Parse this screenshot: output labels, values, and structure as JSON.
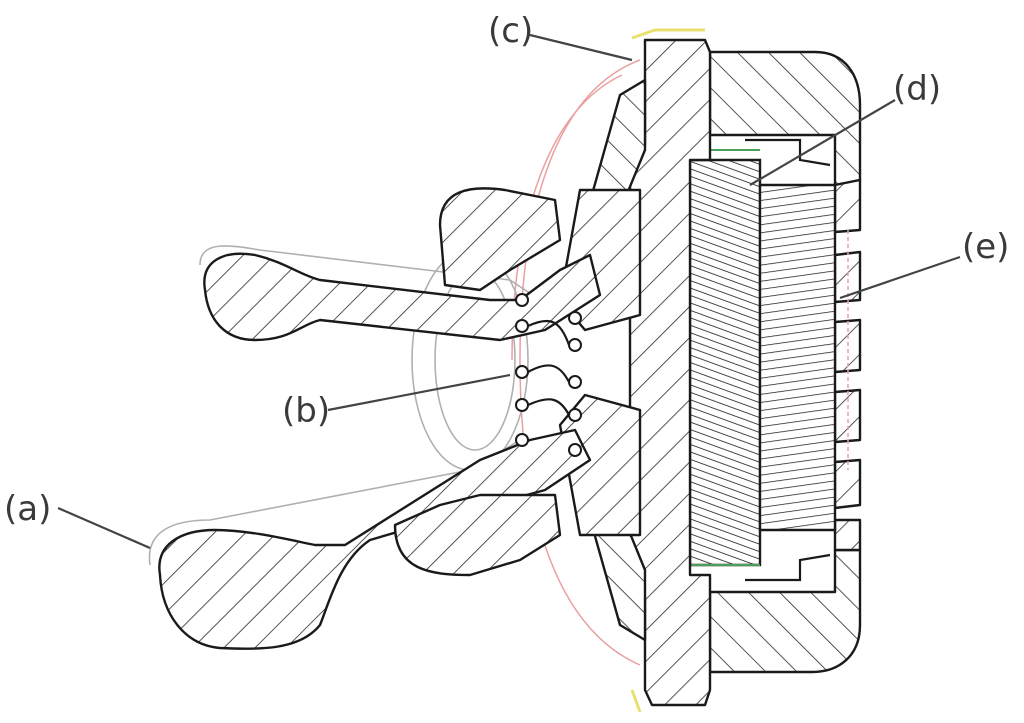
{
  "labels": {
    "a": "(a)",
    "b": "(b)",
    "c": "(c)",
    "d": "(d)",
    "e": "(e)"
  },
  "colors": {
    "line": "#1a1a1a",
    "hatch": "#2a2a2a",
    "ghost": "#b0b0b0",
    "accent_pink": "#e8a0a0",
    "accent_yellow": "#e8e070",
    "accent_green": "#4aa05a"
  }
}
